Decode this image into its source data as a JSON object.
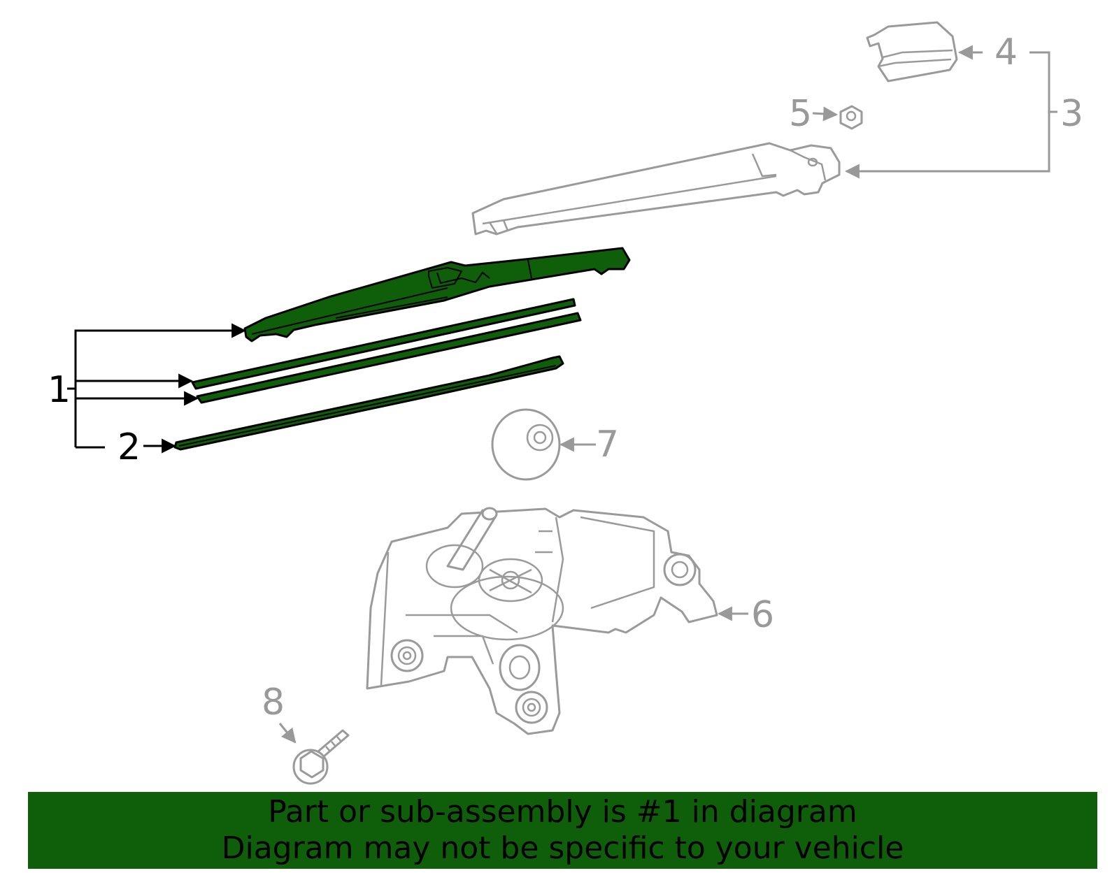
{
  "callouts": {
    "c1": "1",
    "c2": "2",
    "c3": "3",
    "c4": "4",
    "c5": "5",
    "c6": "6",
    "c7": "7",
    "c8": "8"
  },
  "banner": {
    "line1": "Part or sub-assembly is #1 in diagram",
    "line2": "Diagram may not be specific to your vehicle"
  },
  "colors": {
    "highlight": "#0f5e0a",
    "unselected_part": "#999999",
    "selected_outline": "#000000"
  }
}
